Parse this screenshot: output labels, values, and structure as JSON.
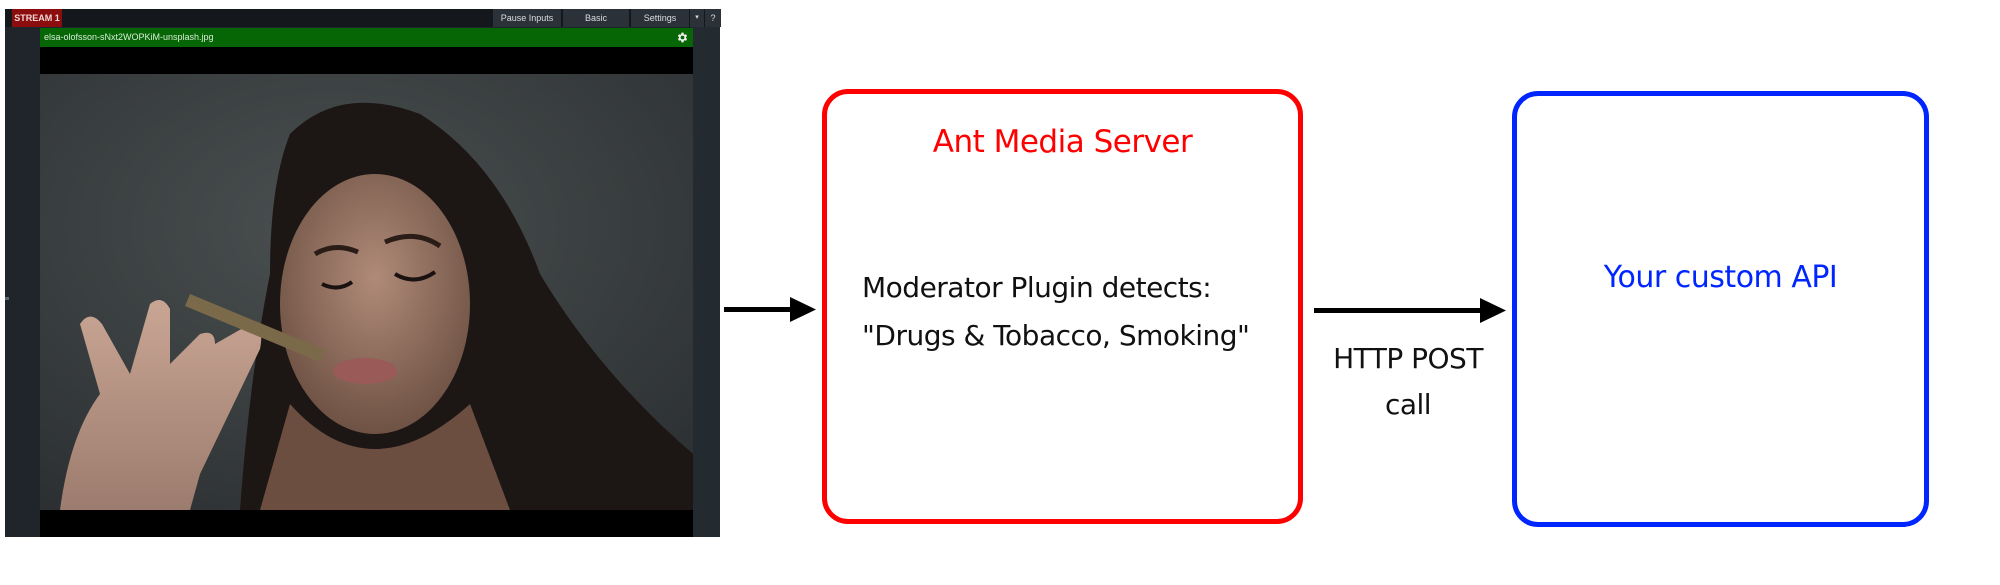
{
  "app": {
    "stream_badge": "STREAM 1",
    "toolbar": {
      "pause_inputs": "Pause Inputs",
      "basic": "Basic",
      "settings": "Settings",
      "settings_menu": "▾",
      "help": "?"
    },
    "source": {
      "name": "elsa-olofsson-sNxt2WOPKiM-unsplash.jpg",
      "settings_icon": "gear-icon"
    },
    "preview": {
      "description": "Photo of a woman smoking"
    }
  },
  "diagram": {
    "server_box": {
      "title": "Ant Media Server",
      "body_line1": "Moderator Plugin detects:",
      "body_line2": "\"Drugs & Tobacco, Smoking\"",
      "color": "#ff0000"
    },
    "connector": {
      "label_line1": "HTTP POST",
      "label_line2": "call"
    },
    "api_box": {
      "title": "Your custom API",
      "color": "#0026ff"
    }
  }
}
